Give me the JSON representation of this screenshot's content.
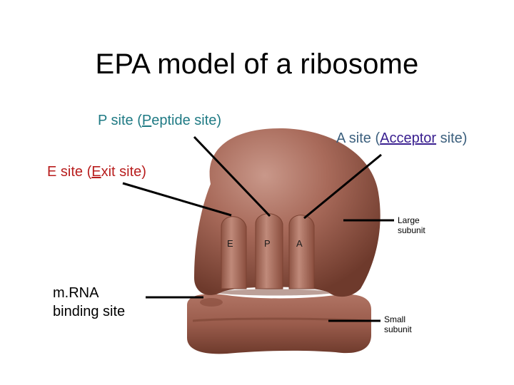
{
  "title": "EPA model of a ribosome",
  "labels": {
    "p_site": {
      "before": "P site (",
      "underlined": "P",
      "after": "eptide site)"
    },
    "a_site": {
      "before": "A site (",
      "underlined": "Acceptor",
      "after": " site)"
    },
    "e_site": {
      "before": "E site (",
      "underlined": "E",
      "after": "xit site)"
    },
    "mrna_line1": "m.RNA",
    "mrna_line2": "binding site",
    "large_line1": "Large",
    "large_line2": "subunit",
    "small_line1": "Small",
    "small_line2": "subunit"
  },
  "site_letters": {
    "e": "E",
    "p": "P",
    "a": "A"
  },
  "colors": {
    "ribosome_light": "#b98070",
    "ribosome_mid": "#9e6050",
    "ribosome_dark": "#6e3a2c",
    "p_site_text": "#1f7a84",
    "e_site_text": "#b81d1d",
    "acceptor_text": "#3a2090"
  }
}
